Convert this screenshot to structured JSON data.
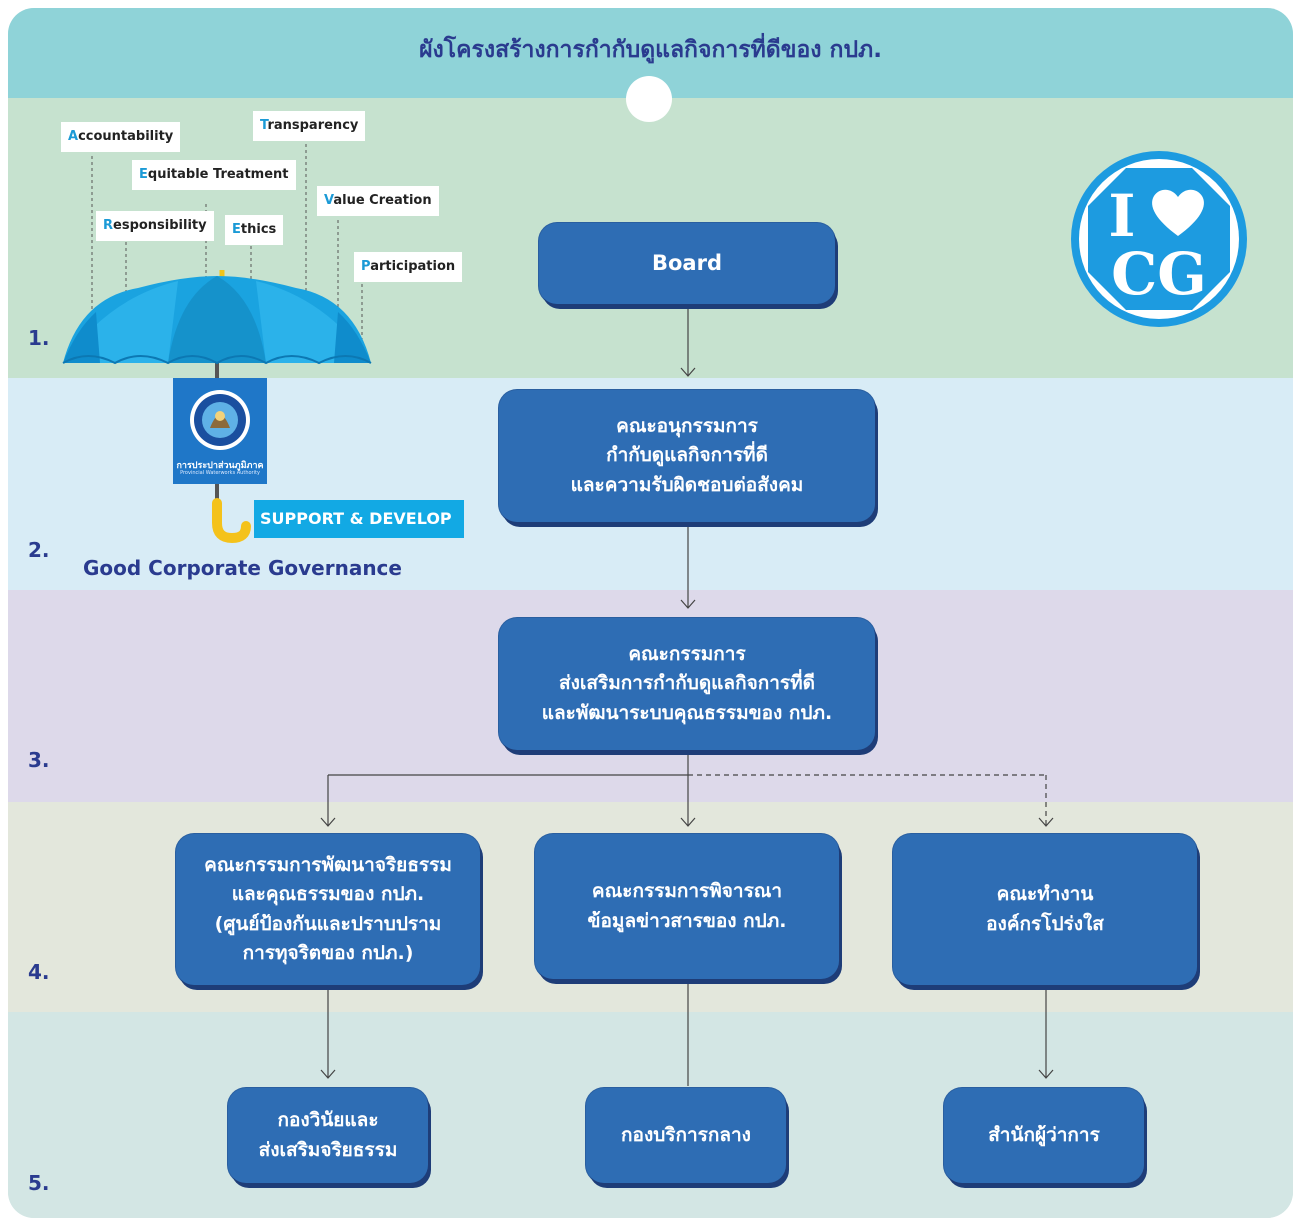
{
  "title": "ผังโครงสร้างการกำกับดูแลกิจการที่ดีของ กปภ.",
  "levels": [
    "1.",
    "2.",
    "3.",
    "4.",
    "5."
  ],
  "principles": [
    {
      "initial": "A",
      "rest": "ccountability"
    },
    {
      "initial": "T",
      "rest": "ransparency"
    },
    {
      "initial": "E",
      "rest": "quitable Treatment"
    },
    {
      "initial": "V",
      "rest": "alue Creation"
    },
    {
      "initial": "R",
      "rest": "esponsibility"
    },
    {
      "initial": "E",
      "rest": "thics"
    },
    {
      "initial": "P",
      "rest": "articipation"
    }
  ],
  "support_label": "SUPPORT & DEVELOP",
  "gcg_label": "Good Corporate Governance",
  "pwa_logo": {
    "name_th": "การประปาส่วนภูมิภาค",
    "name_en": "Provincial Waterworks Authority"
  },
  "icg_logo": {
    "line1": "I",
    "line2": "CG",
    "icon": "heart-icon"
  },
  "boxes": {
    "board": "Board",
    "cg_subcommittee": "คณะอนุกรรมการ\nกำกับดูแลกิจการที่ดี\nและความรับผิดชอบต่อสังคม",
    "cg_committee": "คณะกรรมการ\nส่งเสริมการกำกับดูแลกิจการที่ดี\nและพัฒนาระบบคุณธรรมของ กปภ.",
    "ethics_committee": "คณะกรรมการพัฒนาจริยธรรม\nและคุณธรรมของ กปภ.\n(ศูนย์ป้องกันและปราบปราม\nการทุจริตของ กปภ.)",
    "info_committee": "คณะกรรมการพิจารณา\nข้อมูลข่าวสารของ กปภ.",
    "transparency_team": "คณะทำงาน\nองค์กรโปร่งใส",
    "discipline_division": "กองวินัยและ\nส่งเสริมจริยธรรม",
    "general_admin_division": "กองบริการกลาง",
    "governor_office": "สำนักผู้ว่าการ"
  },
  "colors": {
    "title_band": "#8fd3d8",
    "band1": "#c6e2cf",
    "band2": "#d8ecf6",
    "band3": "#ddd9ea",
    "band4": "#e3e7dc",
    "band5": "#d3e6e4",
    "box": "#2e6db4",
    "accent": "#2a3b8f",
    "umbrella": "#1aa3e0"
  }
}
